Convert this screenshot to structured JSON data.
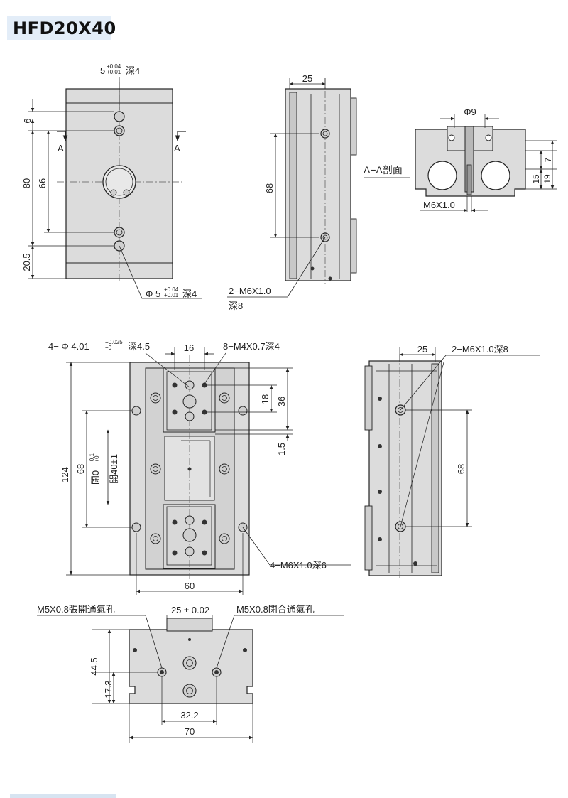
{
  "title": "HFD20X40",
  "top_view": {
    "pin_spec_top": "5",
    "pin_tol_upper": "+0.04",
    "pin_tol_lower": "+0.01",
    "pin_depth_top": "深4",
    "dim_6": "6",
    "dim_80": "80",
    "dim_66": "66",
    "dim_20_5": "20.5",
    "section_left": "A",
    "section_right": "A",
    "pin_spec_bottom": "Φ 5",
    "pin_depth_bottom": "深4"
  },
  "side_view": {
    "dim_25": "25",
    "dim_68": "68",
    "thread_note": "2−M6X1.0",
    "thread_depth": "深8"
  },
  "section_view": {
    "phi_9": "Φ9",
    "label": "A−A剖面",
    "thread": "M6X1.0",
    "dim_7": "7",
    "dim_15": "15",
    "dim_19": "19"
  },
  "front_view": {
    "pin_holes": "4− Φ 4.01",
    "pin_tol_upper": "+0.025",
    "pin_tol_lower": "+0",
    "pin_depth": "深4.5",
    "dim_16": "16",
    "thread_holes": "8−M4X0.7深4",
    "dim_18": "18",
    "dim_36": "36",
    "dim_1_5": "1.5",
    "dim_124": "124",
    "dim_68": "68",
    "close_label": "閉0",
    "close_tol_upper": "+0.1",
    "close_tol_lower": "+0",
    "open_label": "開40±1",
    "mount_holes": "4−M6X1.0深6",
    "dim_60": "60"
  },
  "right_view": {
    "dim_25": "25",
    "thread_note": "2−M6X1.0深8",
    "dim_68": "68"
  },
  "end_view": {
    "open_port": "M5X0.8張開通氣孔",
    "close_port": "M5X0.8閉合通氣孔",
    "dim_25": "25 ± 0.02",
    "dim_44_5": "44.5",
    "dim_17_3": "17.3",
    "dim_32_2": "32.2",
    "dim_70": "70"
  }
}
